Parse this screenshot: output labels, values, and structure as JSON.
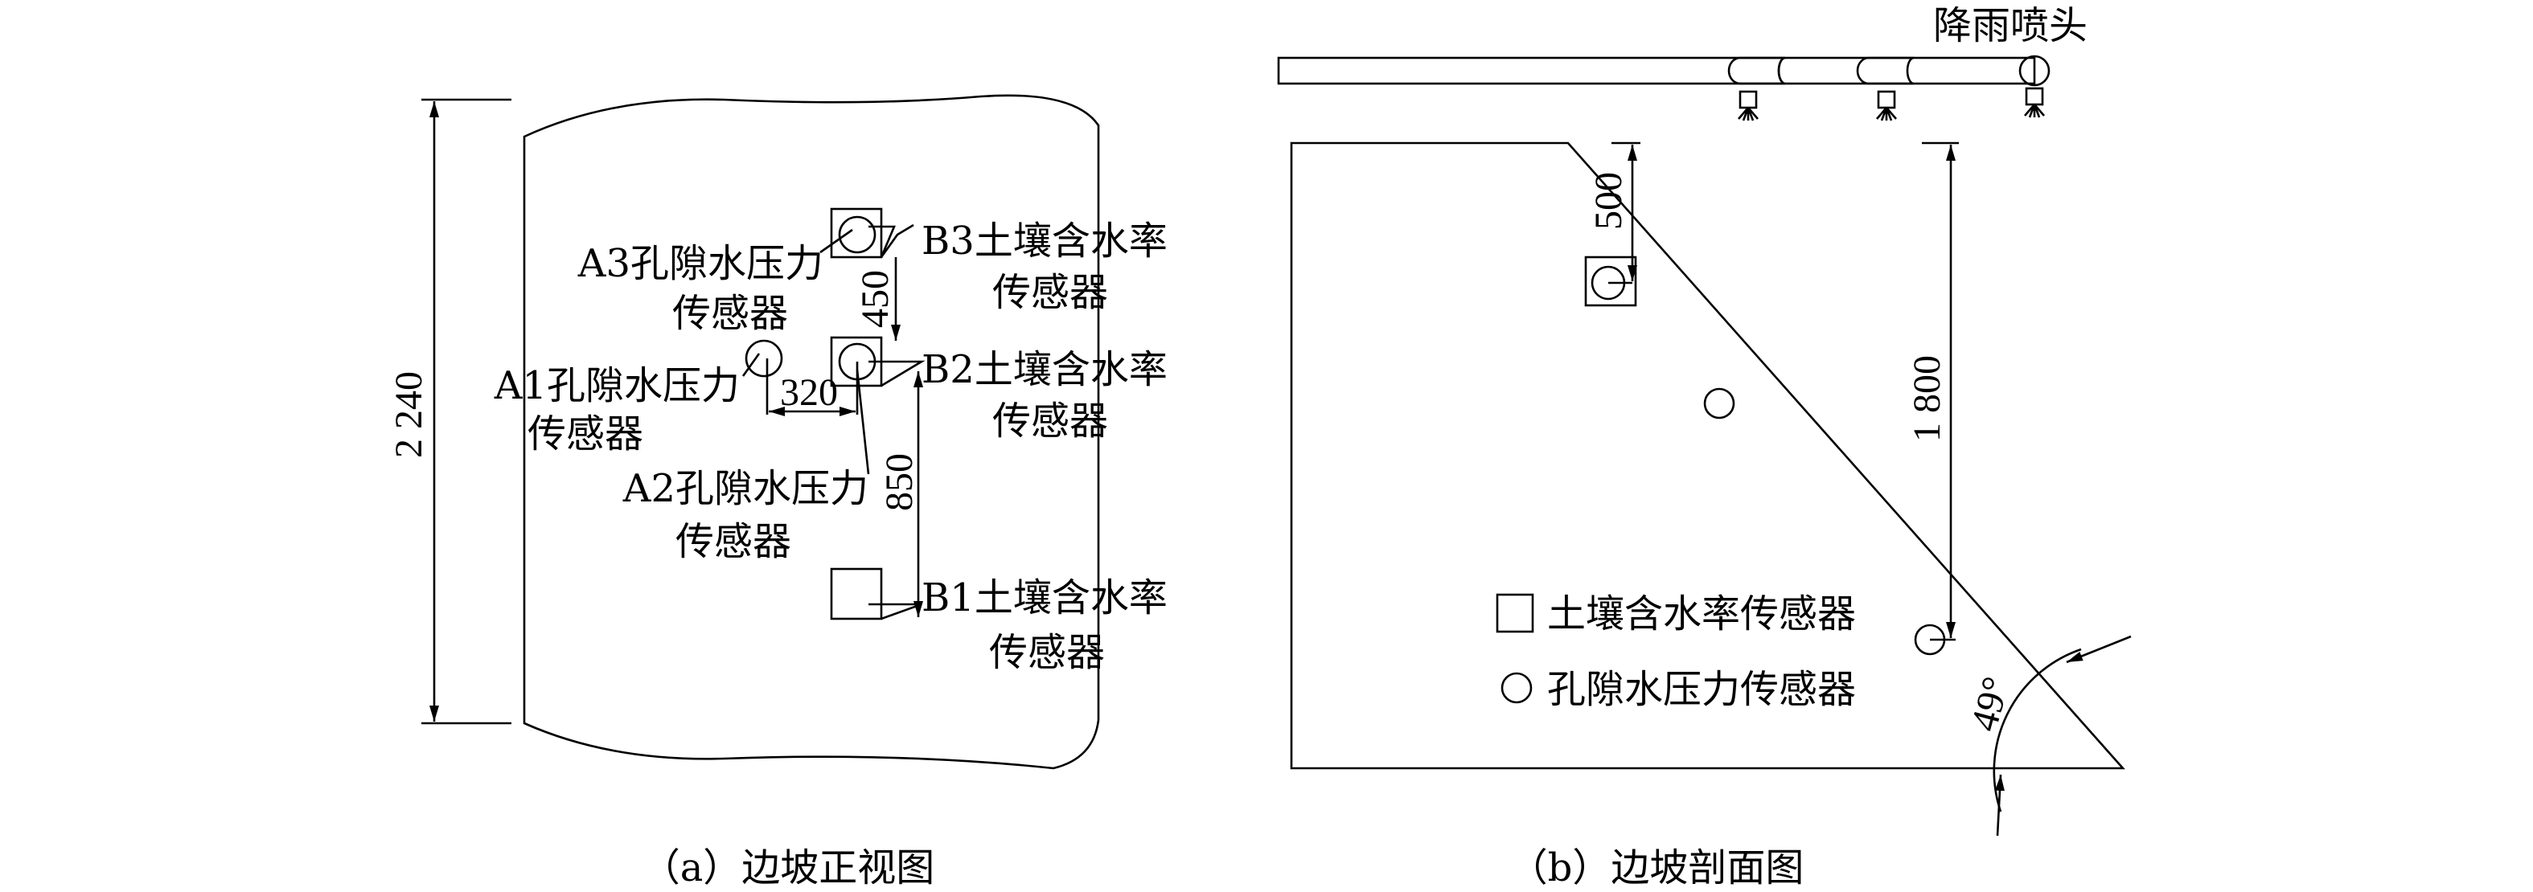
{
  "front_view": {
    "caption": "（a）边坡正视图",
    "height_dim": "2 240",
    "dim_450": "450",
    "dim_850": "850",
    "dim_320": "320",
    "labels": {
      "a3": "A3孔隙水压力",
      "a3_2": "传感器",
      "a1": "A1孔隙水压力",
      "a1_2": "传感器",
      "a2": "A2孔隙水压力",
      "a2_2": "传感器",
      "b3": "B3土壤含水率",
      "b3_2": "传感器",
      "b2": "B2土壤含水率",
      "b2_2": "传感器",
      "b1": "B1土壤含水率",
      "b1_2": "传感器"
    }
  },
  "section_view": {
    "caption": "（b）边坡剖面图",
    "nozzle_label": "降雨喷头",
    "dim_500": "500",
    "dim_1800": "1 800",
    "angle": "49°",
    "legend": {
      "square": "土壤含水率传感器",
      "circle": "孔隙水压力传感器"
    }
  }
}
